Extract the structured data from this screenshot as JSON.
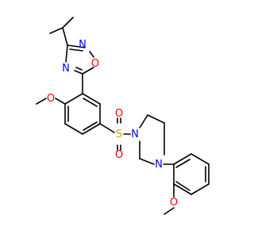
{
  "diagram": {
    "type": "chemical-structure",
    "colors": {
      "bond": "#000000",
      "carbon_text": "#000000",
      "nitrogen": "#0000ff",
      "oxygen": "#ff0000",
      "sulfur": "#c8a600",
      "background": "#ffffff"
    },
    "atom_labels": {
      "n_oxadiazole_top": "N",
      "o_oxadiazole": "O",
      "n_oxadiazole_bottom": "N",
      "o_methoxy_1": "O",
      "o_sulfonyl_left": "O",
      "s_sulfonyl": "S",
      "o_sulfonyl_bottom": "O",
      "n_piperazine_1": "N",
      "n_piperazine_2": "N",
      "o_methoxy_2": "O"
    }
  }
}
